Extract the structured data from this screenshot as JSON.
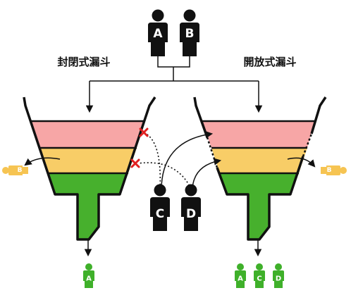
{
  "labels": {
    "closed_funnel": "封閉式漏斗",
    "open_funnel": "開放式漏斗"
  },
  "people": {
    "top_a": "A",
    "top_b": "B",
    "mid_c": "C",
    "mid_d": "D",
    "left_exit_b": "B",
    "right_exit_b": "B",
    "left_out_a": "A",
    "right_out_a": "A",
    "right_out_c": "C",
    "right_out_d": "D"
  },
  "colors": {
    "stage1": "#f7a6a6",
    "stage2": "#f8cd67",
    "stage3": "#47b02d",
    "exit_person": "#f6c452",
    "output_person": "#3fb02a",
    "person_dark": "#111111",
    "blocked_mark": "#e02020",
    "line": "#111111"
  },
  "icons": [
    "person-icon",
    "blocked-x-icon",
    "arrow-icon"
  ]
}
